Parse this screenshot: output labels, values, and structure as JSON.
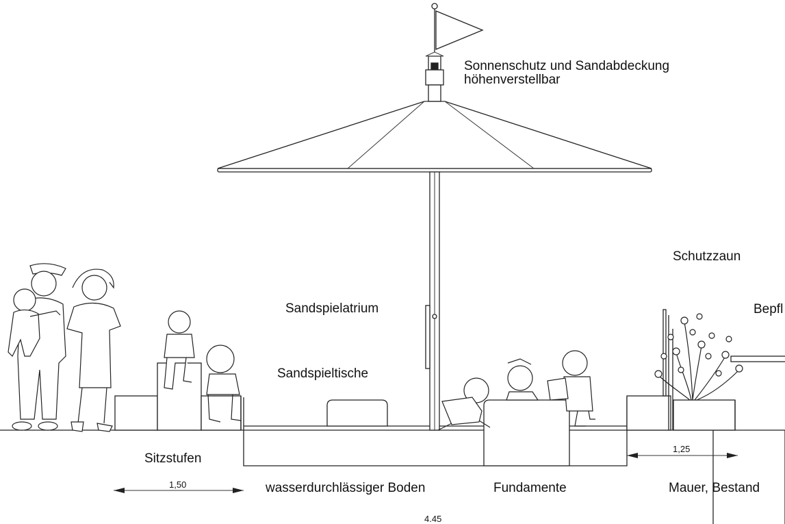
{
  "labels": {
    "canopy": "Sonnenschutz und Sandabdeckung",
    "canopy_line2": "höhenverstellbar",
    "fence": "Schutzzaun",
    "planter": "Bepfl",
    "atrium": "Sandspielatrium",
    "tables": "Sandspieltische",
    "steps": "Sitzstufen",
    "floor": "wasserdurchlässiger Boden",
    "foundations": "Fundamente",
    "wall": "Mauer, Bestand"
  },
  "dimensions": {
    "steps_width": "1,50",
    "fence_width": "1,25",
    "total_width": "4.45"
  },
  "colors": {
    "line": "#222222",
    "background": "#ffffff"
  }
}
